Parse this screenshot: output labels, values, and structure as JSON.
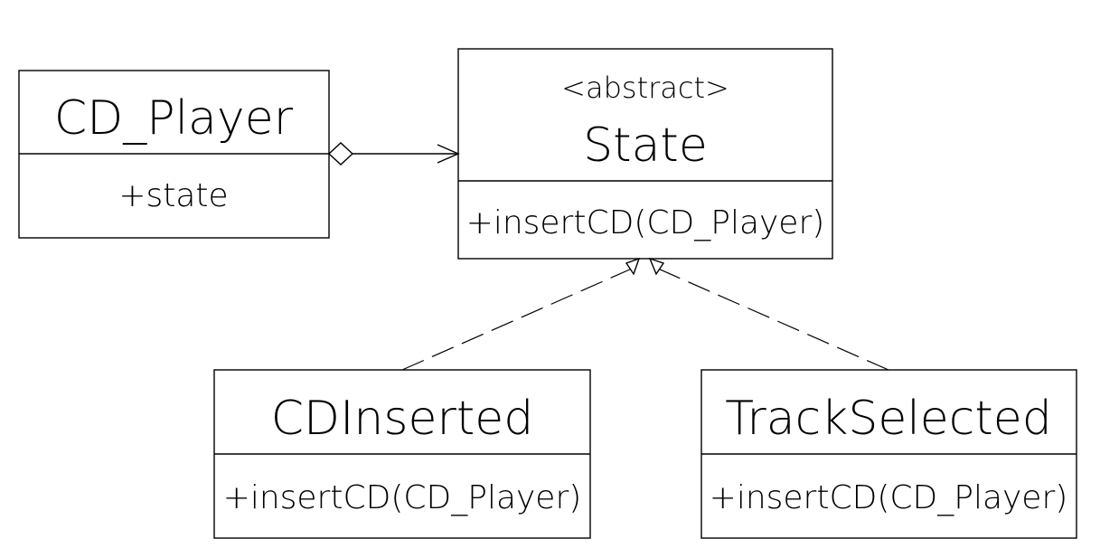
{
  "classes": {
    "cd_player": {
      "name": "CD_Player",
      "member": "+state"
    },
    "state": {
      "stereotype": "<abstract>",
      "name": "State",
      "member": "+insertCD(CD_Player)"
    },
    "cd_inserted": {
      "name": "CDInserted",
      "member": "+insertCD(CD_Player)"
    },
    "track_selected": {
      "name": "TrackSelected",
      "member": "+insertCD(CD_Player)"
    }
  },
  "relations": [
    {
      "type": "aggregation",
      "from": "CD_Player",
      "to": "State"
    },
    {
      "type": "realization",
      "from": "CDInserted",
      "to": "State"
    },
    {
      "type": "realization",
      "from": "TrackSelected",
      "to": "State"
    }
  ]
}
